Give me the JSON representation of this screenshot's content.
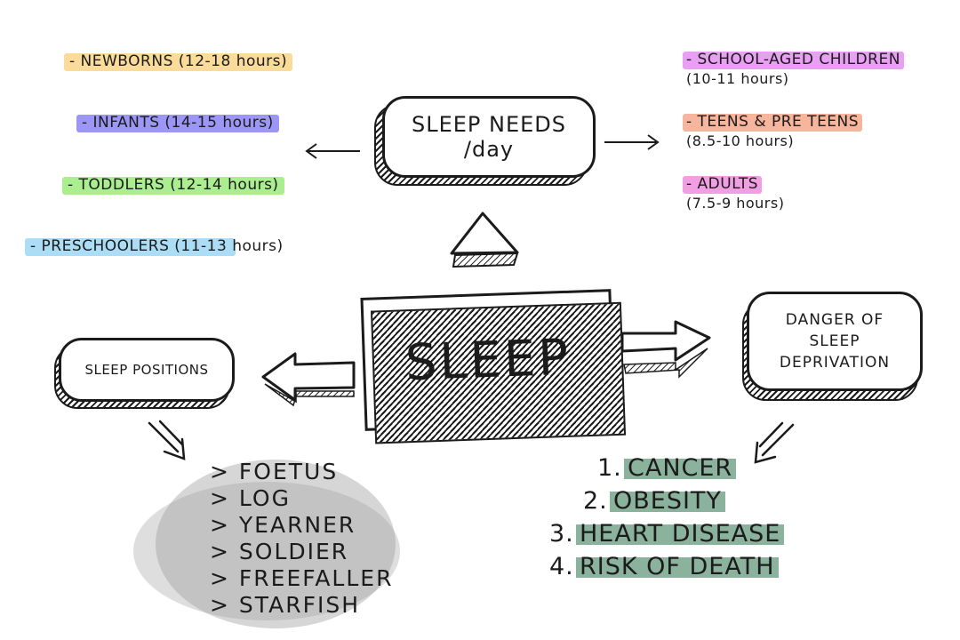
{
  "center": {
    "label": "SLEEP"
  },
  "needs": {
    "label_line1": "SLEEP NEEDS",
    "label_line2": "/day"
  },
  "positions": {
    "title": "SLEEP POSITIONS",
    "items": [
      "> FOETUS",
      "> LOG",
      "> YEARNER",
      "> SOLDIER",
      "> FREEFALLER",
      "> STARFISH"
    ]
  },
  "danger": {
    "title_line1": "DANGER OF",
    "title_line2": "SLEEP",
    "title_line3": "DEPRIVATION",
    "items": [
      {
        "num": "1.",
        "text": "CANCER"
      },
      {
        "num": "2.",
        "text": "OBESITY"
      },
      {
        "num": "3.",
        "text": "HEART DISEASE"
      },
      {
        "num": "4.",
        "text": "RISK OF DEATH"
      }
    ]
  },
  "needs_left": [
    {
      "text": "- NEWBORNS (12-18 hours)",
      "color": "#f9cf78"
    },
    {
      "text": "- INFANTS (14-15 hours)",
      "color": "#7b74f0"
    },
    {
      "text": "- TODDLERS (12-14 hours)",
      "color": "#8ee86a"
    },
    {
      "text": "- PRESCHOOLERS (11-13 hours)",
      "color": "#8fd2f3"
    }
  ],
  "needs_right": [
    {
      "line1": "- SCHOOL-AGED CHILDREN",
      "line2": "(10-11 hours)",
      "color": "#e27ff0"
    },
    {
      "line1": "- TEENS & PRE TEENS",
      "line2": "(8.5-10 hours)",
      "color": "#f59c7c"
    },
    {
      "line1": "- ADULTS",
      "line2": "(7.5-9 hours)",
      "color": "#ec7ed9"
    }
  ],
  "colors": {
    "danger_highlight": "#6e9f85",
    "positions_scribble": "#9a9a9a",
    "ink": "#1b1b1b"
  }
}
